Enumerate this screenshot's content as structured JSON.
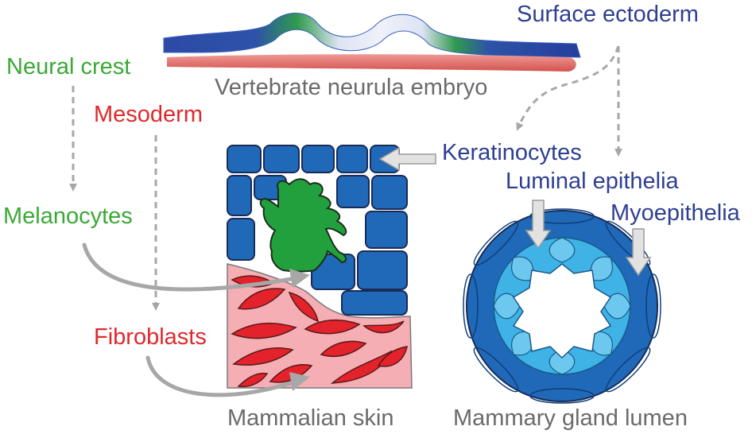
{
  "labels": {
    "neural_crest": "Neural crest",
    "mesoderm": "Mesoderm",
    "surface_ectoderm": "Surface ectoderm",
    "embryo": "Vertebrate neurula embryo",
    "keratinocytes": "Keratinocytes",
    "luminal_epithelia": "Luminal epithelia",
    "myoepithelia": "Myoepithelia",
    "melanocytes": "Melanocytes",
    "fibroblasts": "Fibroblasts",
    "skin": "Mammalian skin",
    "mammary": "Mammary gland lumen"
  },
  "colors": {
    "neural_crest": "#3aa935",
    "mesoderm": "#e0282c",
    "ectoderm": "#2e3f92",
    "caption": "#6a6a6a",
    "cell_blue": "#1f69b8",
    "cell_light_blue": "#3fb2e6",
    "fibroblast_red": "#e3222b",
    "dermis_pink": "#f4aeb4",
    "melanocyte_green": "#23a03e",
    "arrow_grey": "#a7a7a7"
  }
}
